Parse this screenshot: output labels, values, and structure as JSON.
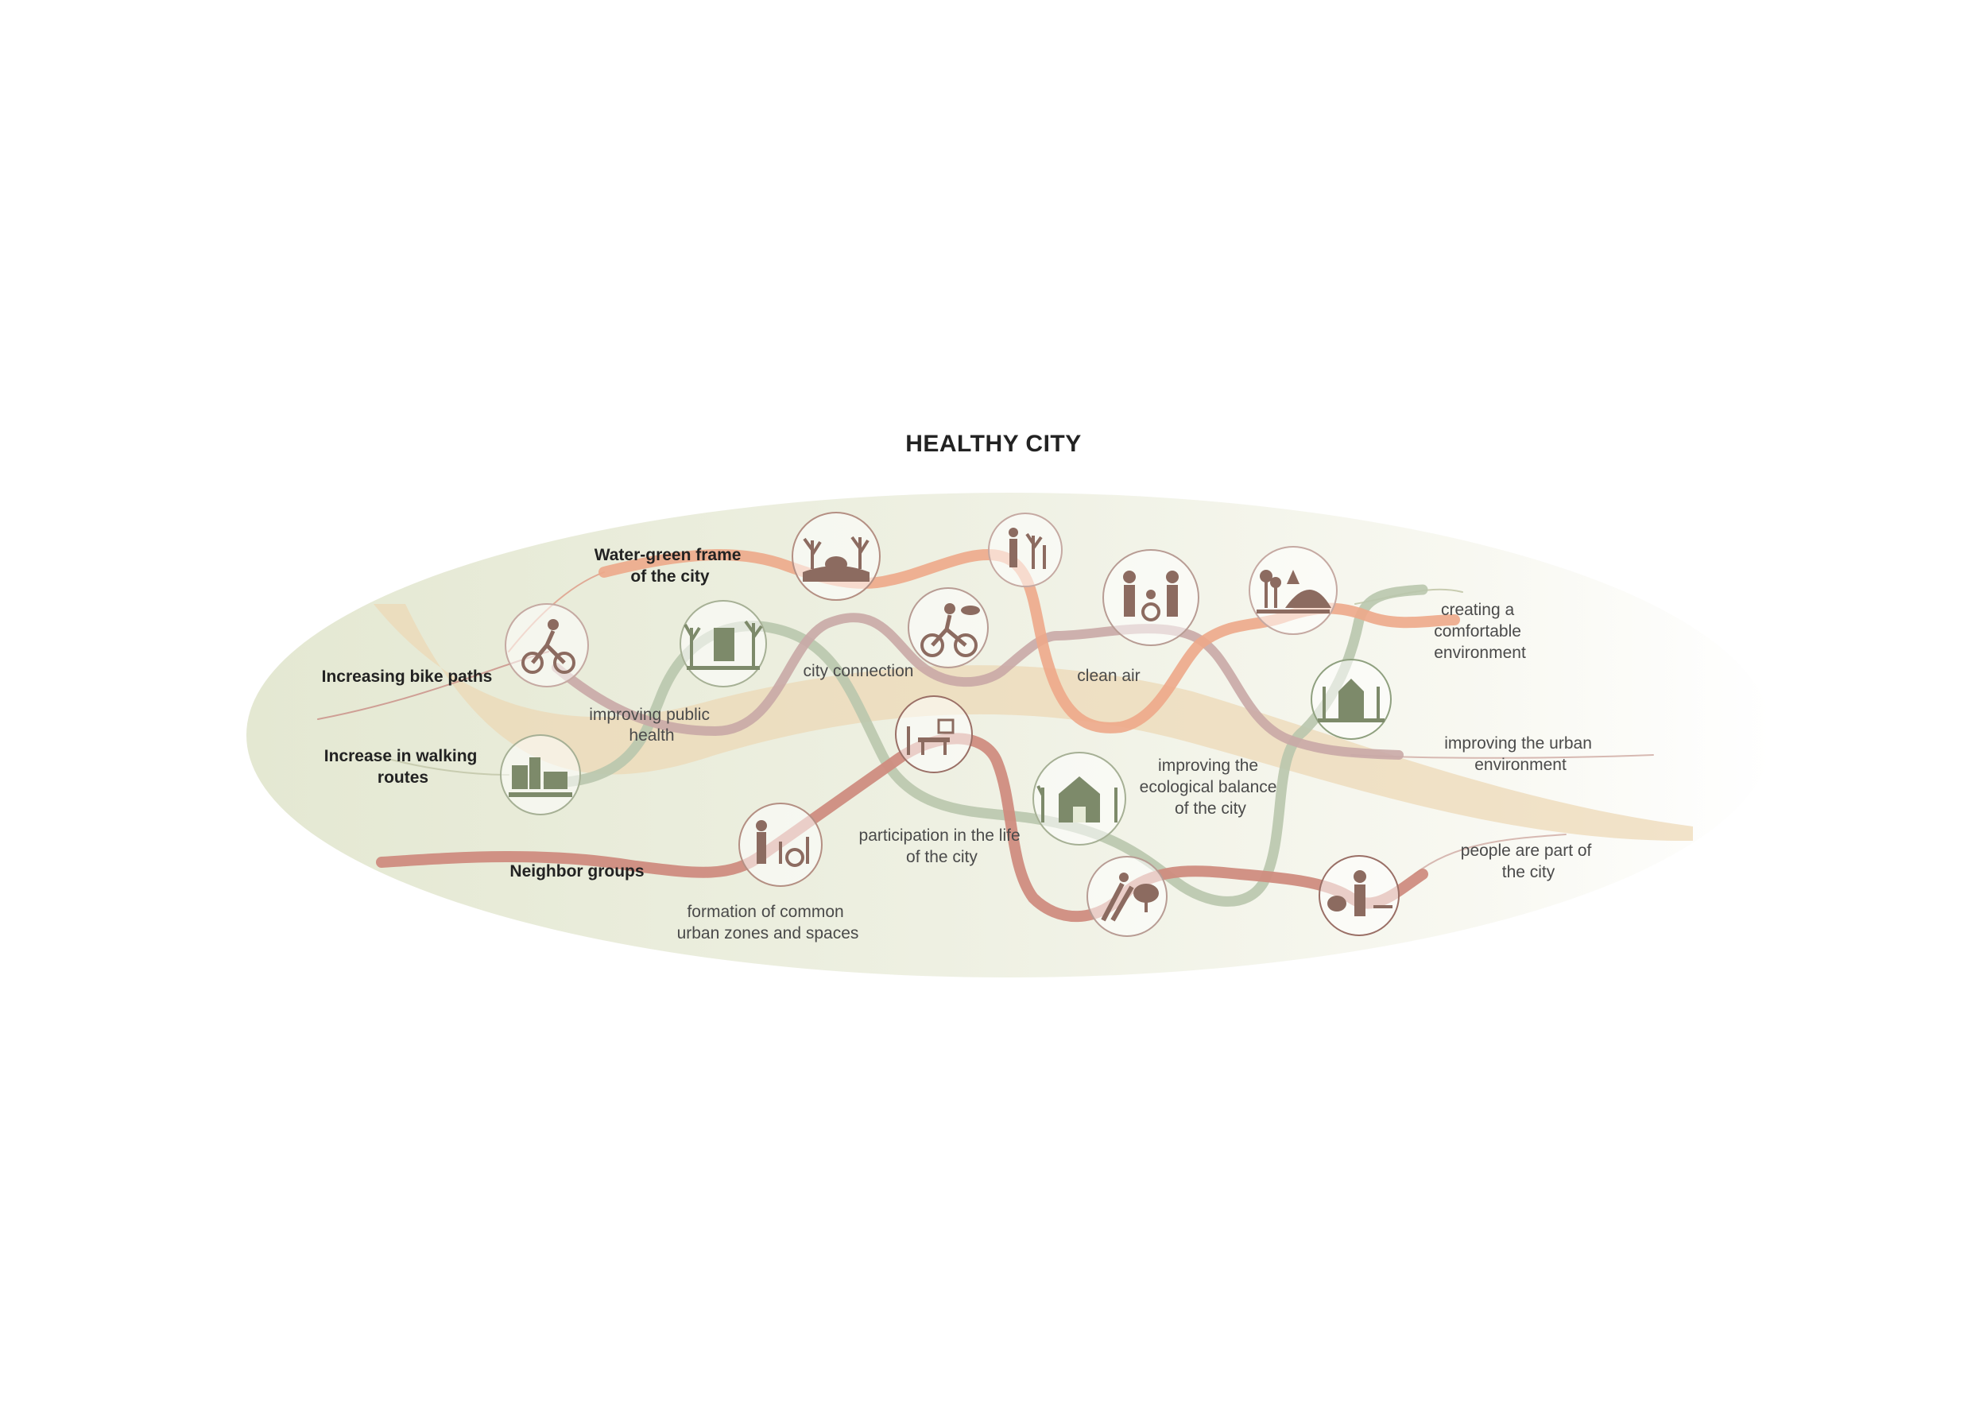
{
  "title": "HEALTHY CITY",
  "colors": {
    "background_ellipse_left": "#e6ead6",
    "background_ellipse_right": "#ffffff",
    "band_beige": "#ecd7b4",
    "path_peach": "#eda88a",
    "path_mauve": "#c9a8a6",
    "path_rose": "#cf8c80",
    "path_sage": "#b9c7ad",
    "icon_brown": "#8c6b60",
    "icon_green": "#7d8a6a"
  },
  "goals": {
    "bike_paths": "Increasing bike paths",
    "walking_routes": {
      "line1": "Increase in walking",
      "line2": "routes"
    },
    "water_green": {
      "line1": "Water-green frame",
      "line2": "of the city"
    },
    "neighbor_groups": "Neighbor groups"
  },
  "outcomes": {
    "public_health": {
      "line1": "improving public",
      "line2": "health"
    },
    "city_connection": "city connection",
    "clean_air": "clean air",
    "common_zones": {
      "line1": "formation of common",
      "line2": "urban zones and spaces"
    },
    "participation": {
      "line1": "participation in the life",
      "line2": "of the city"
    },
    "ecological_balance": {
      "line1": "improving the",
      "line2": "ecological balance",
      "line3": "of the city"
    },
    "comfortable_env": {
      "line1": "creating a",
      "line2": "comfortable",
      "line3": "environment"
    },
    "urban_env": {
      "line1": "improving the urban",
      "line2": "environment"
    },
    "part_of_city": {
      "line1": "people are part of",
      "line2": "the city"
    }
  },
  "icons": [
    "cyclist-icon",
    "forest-building-icon",
    "city-skyline-icon",
    "lake-trees-icon",
    "bike-rider-icon",
    "person-trees-icon",
    "family-walk-icon",
    "sunset-hill-icon",
    "house-trees-icon",
    "community-table-icon",
    "townhouse-icon",
    "gardening-couple-icon",
    "park-walkers-icon",
    "person-park-icon"
  ]
}
